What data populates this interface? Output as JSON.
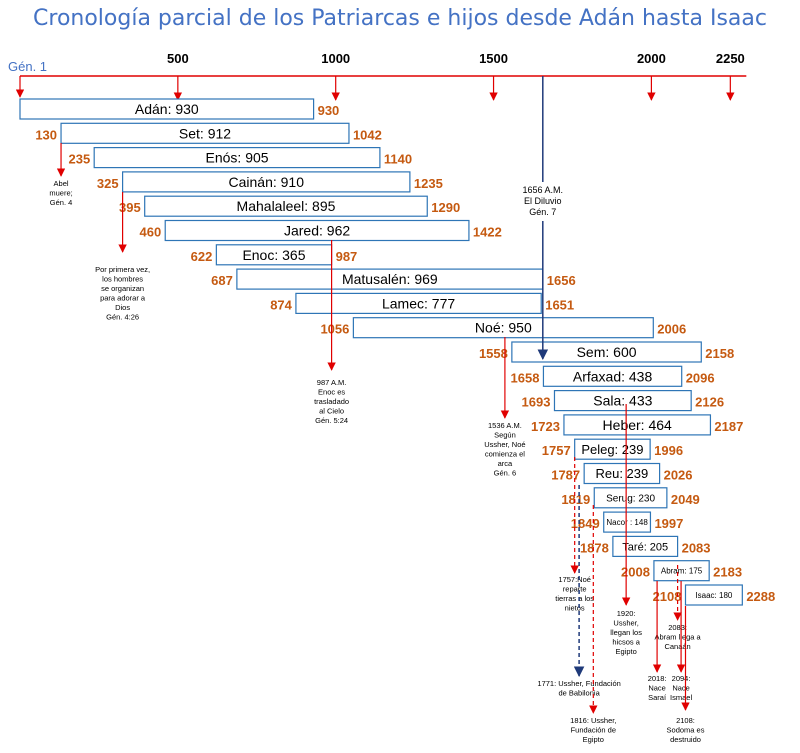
{
  "title": "Cronología parcial de los Patriarcas e hijos desde Adán hasta Isaac",
  "colors": {
    "title": "#4472c4",
    "box_border": "#2e75b6",
    "arrow_red": "#e00000",
    "arrow_navy": "#1f3a7a",
    "year_orange": "#c55a11",
    "text": "#000000"
  },
  "axis": {
    "start_label": "Gén. 1",
    "ticks": [
      {
        "label": "500",
        "value": 500
      },
      {
        "label": "1000",
        "value": 1000
      },
      {
        "label": "1500",
        "value": 1500
      },
      {
        "label": "2000",
        "value": 2000
      },
      {
        "label": "2250",
        "value": 2250
      }
    ]
  },
  "patriarchs": [
    {
      "label": "Adán: 930",
      "start": "",
      "end": "930",
      "s": 0,
      "e": 930,
      "fs": 14
    },
    {
      "label": "Set: 912",
      "start": "130",
      "end": "1042",
      "s": 130,
      "e": 1042,
      "fs": 14
    },
    {
      "label": "Enós: 905",
      "start": "235",
      "end": "1140",
      "s": 235,
      "e": 1140,
      "fs": 14
    },
    {
      "label": "Cainán: 910",
      "start": "325",
      "end": "1235",
      "s": 325,
      "e": 1235,
      "fs": 14
    },
    {
      "label": "Mahalaleel: 895",
      "start": "395",
      "end": "1290",
      "s": 395,
      "e": 1290,
      "fs": 14
    },
    {
      "label": "Jared: 962",
      "start": "460",
      "end": "1422",
      "s": 460,
      "e": 1422,
      "fs": 14
    },
    {
      "label": "Enoc: 365",
      "start": "622",
      "end": "987",
      "s": 622,
      "e": 987,
      "fs": 14
    },
    {
      "label": "Matusalén: 969",
      "start": "687",
      "end": "1656",
      "s": 687,
      "e": 1656,
      "fs": 14
    },
    {
      "label": "Lamec: 777",
      "start": "874",
      "end": "1651",
      "s": 874,
      "e": 1651,
      "fs": 14
    },
    {
      "label": "Noé: 950",
      "start": "1056",
      "end": "2006",
      "s": 1056,
      "e": 2006,
      "fs": 14
    },
    {
      "label": "Sem: 600",
      "start": "1558",
      "end": "2158",
      "s": 1558,
      "e": 2158,
      "fs": 14
    },
    {
      "label": "Arfaxad: 438",
      "start": "1658",
      "end": "2096",
      "s": 1658,
      "e": 2096,
      "fs": 14
    },
    {
      "label": "Sala: 433",
      "start": "1693",
      "end": "2126",
      "s": 1693,
      "e": 2126,
      "fs": 14
    },
    {
      "label": "Heber: 464",
      "start": "1723",
      "end": "2187",
      "s": 1723,
      "e": 2187,
      "fs": 14
    },
    {
      "label": "Peleg: 239",
      "start": "1757",
      "end": "1996",
      "s": 1757,
      "e": 1996,
      "fs": 13
    },
    {
      "label": "Reu: 239",
      "start": "1787",
      "end": "2026",
      "s": 1787,
      "e": 2026,
      "fs": 13
    },
    {
      "label": "Serug: 230",
      "start": "1819",
      "end": "2049",
      "s": 1819,
      "e": 2049,
      "fs": 10
    },
    {
      "label": "Nacor : 148",
      "start": "1849",
      "end": "1997",
      "s": 1849,
      "e": 1997,
      "fs": 8
    },
    {
      "label": "Taré: 205",
      "start": "1878",
      "end": "2083",
      "s": 1878,
      "e": 2083,
      "fs": 11
    },
    {
      "label": "Abram: 175",
      "start": "2008",
      "end": "2183",
      "s": 2008,
      "e": 2183,
      "fs": 8
    },
    {
      "label": "Isaac: 180",
      "start": "2108",
      "end": "2288",
      "s": 2108,
      "e": 2288,
      "fs": 8
    }
  ],
  "annotations": [
    {
      "lines": [
        "Abel",
        "muere;",
        "Gén. 4"
      ],
      "year": 130,
      "style": "solid"
    },
    {
      "lines": [
        "Por primera vez,",
        "los hombres",
        "se organizan",
        "para adorar a",
        "Dios",
        "Gén. 4:26"
      ],
      "year": 325,
      "style": "solid"
    },
    {
      "lines": [
        "987 A.M.",
        "Enoc es",
        "trasladado",
        "al Cielo",
        "Gén. 5:24"
      ],
      "year": 987,
      "style": "solid"
    },
    {
      "lines": [
        "1536 A.M.",
        "Según",
        "Ussher, Noé",
        "comienza el",
        "arca",
        "Gén. 6"
      ],
      "year": 1536,
      "style": "solid"
    },
    {
      "lines": [
        "1656 A.M.",
        "El Diluvio",
        "Gén. 7"
      ],
      "year": 1656,
      "style": "navy"
    },
    {
      "lines": [
        "1757:Noé",
        "reparte",
        "tierras a los",
        "nietos"
      ],
      "year": 1757,
      "style": "dashed"
    },
    {
      "lines": [
        "1771: Ussher, Fundación",
        "de Babilonia"
      ],
      "year": 1771,
      "style": "navy-dashed"
    },
    {
      "lines": [
        "1816: Ussher,",
        "Fundación de",
        "Egipto"
      ],
      "year": 1816,
      "style": "dashed"
    },
    {
      "lines": [
        "1920:",
        "Ussher,",
        "llegan los",
        "hicsos a",
        "Egipto"
      ],
      "year": 1920,
      "style": "solid"
    },
    {
      "lines": [
        "2083:",
        "Abram llega a",
        "Canaán"
      ],
      "year": 2083,
      "style": "dashed"
    },
    {
      "lines": [
        "2018:",
        "Nace",
        "Saraí"
      ],
      "year": 2018,
      "style": "solid"
    },
    {
      "lines": [
        "2094:",
        "Nace",
        "Ismael"
      ],
      "year": 2094,
      "style": "solid"
    },
    {
      "lines": [
        "2108:",
        "Sodoma es",
        "destruido"
      ],
      "year": 2108,
      "style": "solid"
    }
  ]
}
